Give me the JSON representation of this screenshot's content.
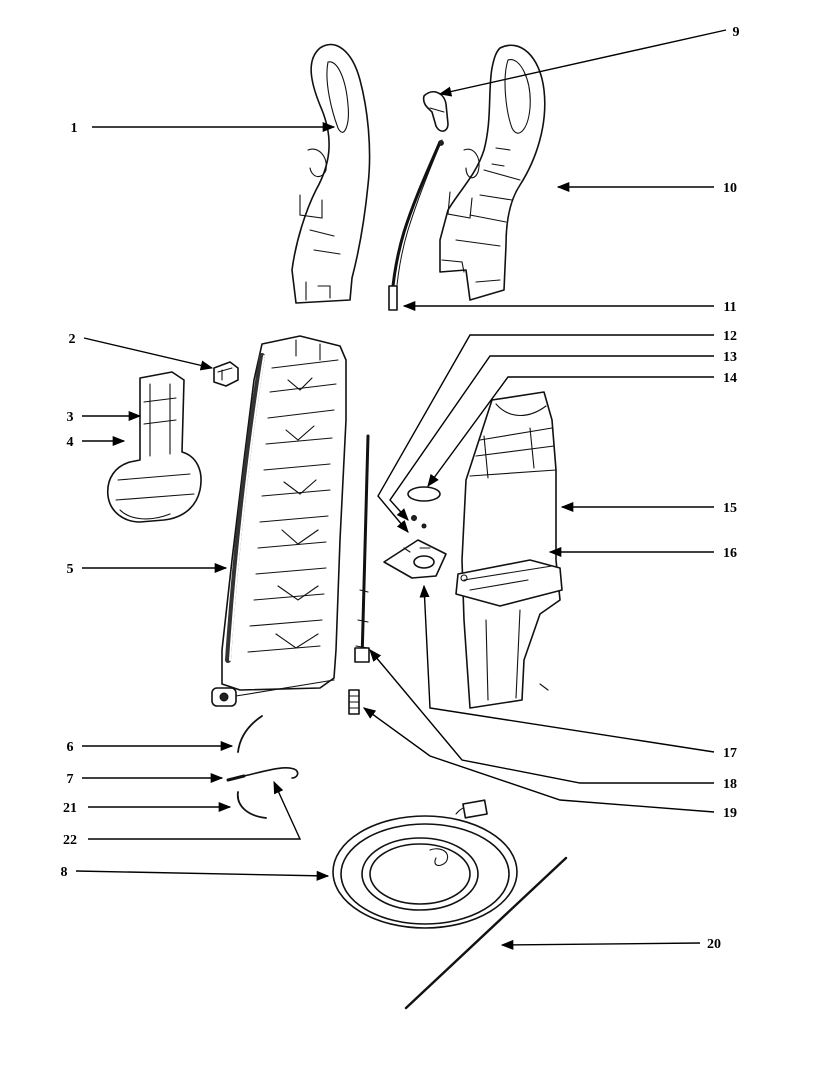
{
  "colors": {
    "ink": "#000000",
    "paper": "#ffffff"
  },
  "callouts": [
    {
      "id": "1",
      "label": "1"
    },
    {
      "id": "2",
      "label": "2"
    },
    {
      "id": "3",
      "label": "3"
    },
    {
      "id": "4",
      "label": "4"
    },
    {
      "id": "5",
      "label": "5"
    },
    {
      "id": "6",
      "label": "6"
    },
    {
      "id": "7",
      "label": "7"
    },
    {
      "id": "8",
      "label": "8"
    },
    {
      "id": "9",
      "label": "9"
    },
    {
      "id": "10",
      "label": "10"
    },
    {
      "id": "11",
      "label": "11"
    },
    {
      "id": "12",
      "label": "12"
    },
    {
      "id": "13",
      "label": "13"
    },
    {
      "id": "14",
      "label": "14"
    },
    {
      "id": "15",
      "label": "15"
    },
    {
      "id": "16",
      "label": "16"
    },
    {
      "id": "17",
      "label": "17"
    },
    {
      "id": "18",
      "label": "18"
    },
    {
      "id": "19",
      "label": "19"
    },
    {
      "id": "20",
      "label": "20"
    },
    {
      "id": "21",
      "label": "21"
    },
    {
      "id": "22",
      "label": "22"
    }
  ]
}
